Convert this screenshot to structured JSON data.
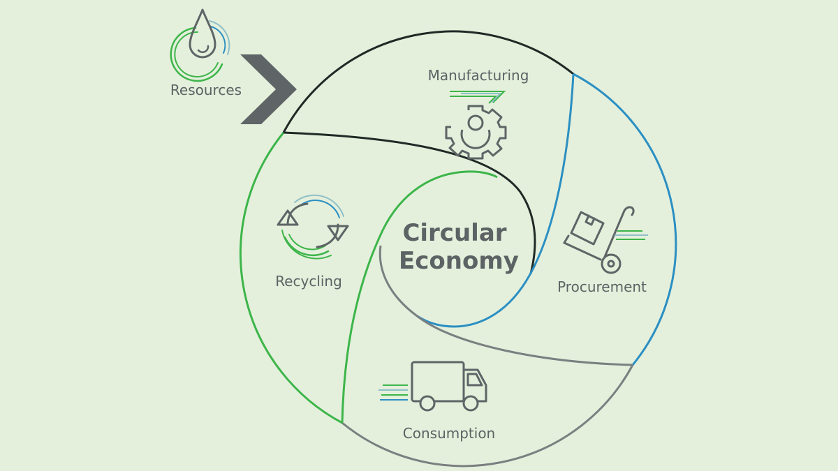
{
  "center": {
    "line1": "Circular",
    "line2": "Economy"
  },
  "stages": {
    "resources": "Resources",
    "manufacturing": "Manufacturing",
    "procurement": "Procurement",
    "consumption": "Consumption",
    "recycling": "Recycling"
  },
  "colors": {
    "background": "#e4f0dc",
    "text": "#5d6264",
    "black": "#1f2a26",
    "blue": "#2b8fc2",
    "green": "#3db54a",
    "gray": "#7a7f80",
    "arrow": "#5f6466"
  },
  "icons": {
    "resources": "water-drop-icon",
    "manufacturing": "gear-icon",
    "procurement": "hand-truck-icon",
    "consumption": "delivery-truck-icon",
    "recycling": "recycle-arrows-icon"
  }
}
